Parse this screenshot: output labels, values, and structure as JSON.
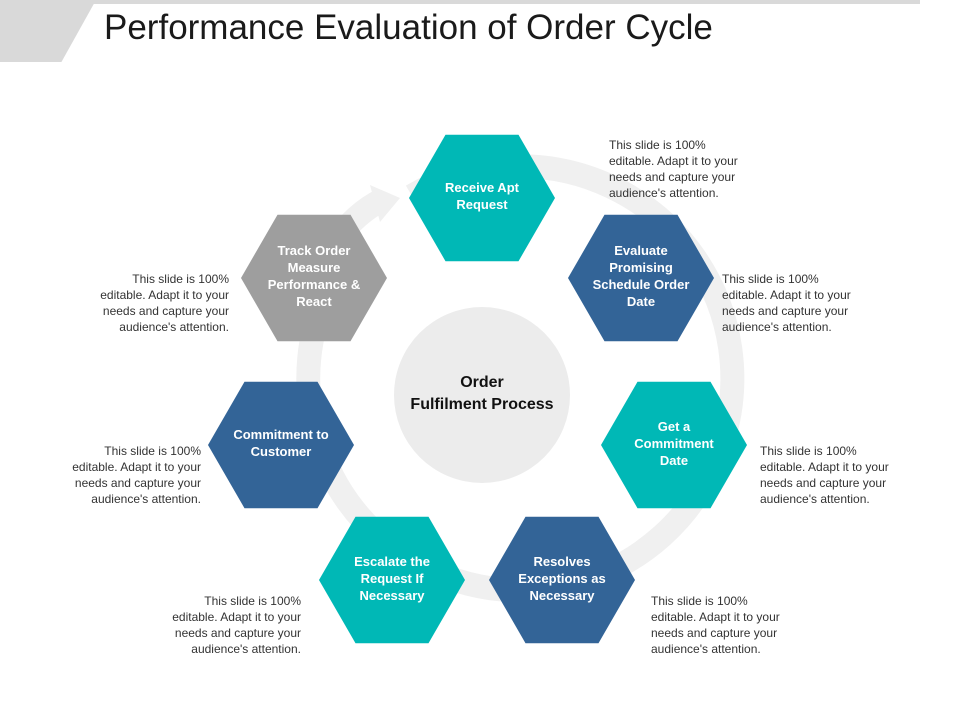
{
  "slide": {
    "title": "Performance Evaluation of Order Cycle"
  },
  "center": {
    "line1": "Order",
    "line2": "Fulfilment Process"
  },
  "colors": {
    "teal": "#00b8b6",
    "blue": "#336497",
    "gray": "#9e9e9e",
    "ring": "#f0f0f0",
    "center": "#ececec"
  },
  "steps": [
    {
      "lines": [
        "Receive Apt",
        "Request"
      ],
      "color": "teal",
      "description": [
        "This slide is 100%",
        "editable. Adapt it to your",
        "needs and capture your",
        "audience's attention."
      ]
    },
    {
      "lines": [
        "Evaluate",
        "Promising",
        "Schedule Order",
        "Date"
      ],
      "color": "blue",
      "description": [
        "This slide is 100%",
        "editable. Adapt it to your",
        "needs and capture your",
        "audience's attention."
      ]
    },
    {
      "lines": [
        "Get a",
        "Commitment",
        "Date"
      ],
      "color": "teal",
      "description": [
        "This slide is 100%",
        "editable. Adapt it to your",
        "needs and capture your",
        "audience's attention."
      ]
    },
    {
      "lines": [
        "Resolves",
        "Exceptions as",
        "Necessary"
      ],
      "color": "blue",
      "description": [
        "This slide is 100%",
        "editable. Adapt it to your",
        "needs and capture your",
        "audience's attention."
      ]
    },
    {
      "lines": [
        "Escalate the",
        "Request If",
        "Necessary"
      ],
      "color": "teal",
      "description": [
        "This slide is 100%",
        "editable. Adapt it to your",
        "needs and capture your",
        "audience's attention."
      ]
    },
    {
      "lines": [
        "Commitment to",
        "Customer"
      ],
      "color": "blue",
      "description": [
        "This slide is 100%",
        "editable. Adapt it to your",
        "needs and capture your",
        "audience's attention."
      ]
    },
    {
      "lines": [
        "Track Order",
        "Measure",
        "Performance &",
        "React"
      ],
      "color": "gray",
      "description": [
        "This slide is 100%",
        "editable. Adapt it to your",
        "needs and capture your",
        "audience's attention."
      ]
    }
  ]
}
